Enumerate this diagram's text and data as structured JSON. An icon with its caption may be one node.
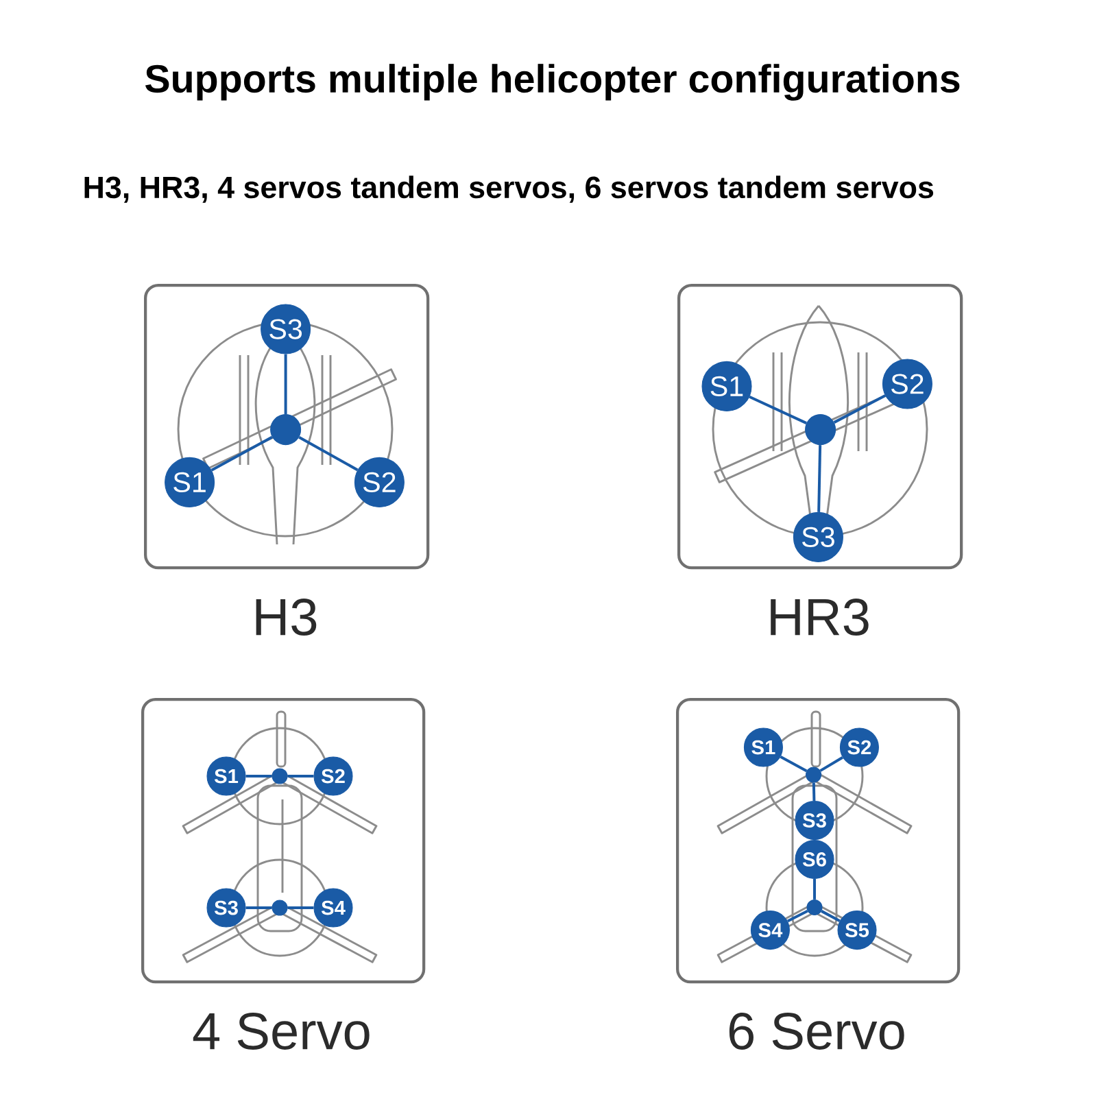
{
  "diagram": {
    "title": "Supports multiple helicopter configurations",
    "nodes": [
      {
        "text": [],
        "shape": "box",
        "beside": [
          "H3"
        ]
      },
      {
        "text": [
          "S3"
        ],
        "in": 0
      },
      {
        "text": [],
        "shape": "circle",
        "in": 0
      },
      {
        "text": [
          "S1"
        ],
        "in": 0
      },
      {
        "text": [
          "S2"
        ],
        "in": 0
      },
      {
        "text": [],
        "shape": "box",
        "beside": [
          "HR3"
        ]
      },
      {
        "text": [
          "S1"
        ],
        "in": 5
      },
      {
        "text": [
          "S2"
        ],
        "in": 5
      },
      {
        "text": [],
        "shape": "circle",
        "in": 5
      },
      {
        "text": [
          "S3"
        ],
        "in": 5
      },
      {
        "text": [],
        "shape": "box",
        "beside": [
          "4 Servo"
        ]
      },
      {
        "text": [
          "S1"
        ],
        "in": 10
      },
      {
        "text": [],
        "shape": "circle",
        "in": 10
      },
      {
        "text": [
          "S2"
        ],
        "in": 10
      },
      {
        "text": [
          "S3"
        ],
        "in": 10
      },
      {
        "text": [],
        "shape": "circle",
        "in": 10
      },
      {
        "text": [
          "S4"
        ],
        "in": 10
      },
      {
        "text": [],
        "shape": "box",
        "beside": [
          "6 Servo"
        ]
      },
      {
        "text": [
          "S1"
        ],
        "in": 17
      },
      {
        "text": [
          "S2"
        ],
        "in": 17
      },
      {
        "text": [],
        "shape": "circle",
        "in": 17
      },
      {
        "text": [
          "S3"
        ],
        "in": 17
      },
      {
        "text": [
          "S6"
        ],
        "in": 17
      },
      {
        "text": [],
        "shape": "circle",
        "in": 17
      },
      {
        "text": [
          "S4"
        ],
        "in": 17
      },
      {
        "text": [
          "S5"
        ],
        "in": 17
      }
    ],
    "edges": [
      {
        "from": 2,
        "to": 1,
        "arrow": "none"
      },
      {
        "from": 2,
        "to": 3,
        "arrow": "none"
      },
      {
        "from": 2,
        "to": 4,
        "arrow": "none"
      },
      {
        "from": 8,
        "to": 6,
        "arrow": "none"
      },
      {
        "from": 8,
        "to": 7,
        "arrow": "none"
      },
      {
        "from": 8,
        "to": 9,
        "arrow": "none"
      },
      {
        "from": 12,
        "to": 11,
        "arrow": "none"
      },
      {
        "from": 12,
        "to": 13,
        "arrow": "none"
      },
      {
        "from": 15,
        "to": 14,
        "arrow": "none"
      },
      {
        "from": 15,
        "to": 16,
        "arrow": "none"
      },
      {
        "from": 20,
        "to": 18,
        "arrow": "none"
      },
      {
        "from": 20,
        "to": 19,
        "arrow": "none"
      },
      {
        "from": 20,
        "to": 21,
        "arrow": "none"
      },
      {
        "from": 23,
        "to": 22,
        "arrow": "none"
      },
      {
        "from": 23,
        "to": 24,
        "arrow": "none"
      },
      {
        "from": 23,
        "to": 25,
        "arrow": "none"
      }
    ],
    "labels": [
      "H3, HR3, 4 servos tandem servos, 6 servos tandem servos"
    ]
  }
}
